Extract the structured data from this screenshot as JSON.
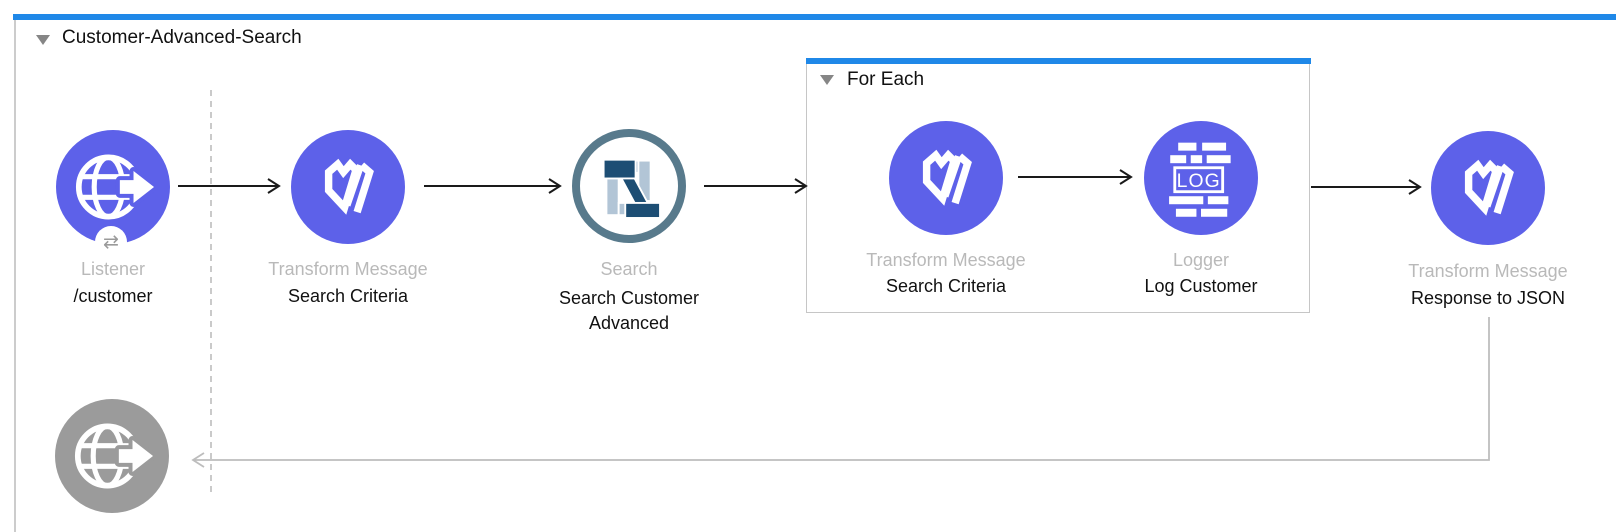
{
  "colors": {
    "accent-blue": "#1f88e8",
    "node-purple": "#5d61e9",
    "node-gray": "#9b9b9b",
    "netsuite-ring": "#587a8c",
    "netsuite-navy": "#1d4e74",
    "netsuite-slate": "#b2c5d6",
    "label-gray": "#b9b9b9",
    "line-gray": "#bdbdbd",
    "text-black": "#111111"
  },
  "flow": {
    "title": "Customer-Advanced-Search",
    "listener": {
      "type_label": "Listener",
      "name": "/customer",
      "badge_glyph": "⇄"
    },
    "transform1": {
      "type_label": "Transform Message",
      "name": "Search Criteria"
    },
    "search": {
      "type_label": "Search",
      "name": "Search Customer Advanced"
    },
    "foreach": {
      "title": "For Each",
      "transform": {
        "type_label": "Transform Message",
        "name": "Search Criteria"
      },
      "logger": {
        "type_label": "Logger",
        "name": "Log Customer",
        "icon_text": "LOG"
      }
    },
    "transform2": {
      "type_label": "Transform Message",
      "name": "Response to JSON"
    }
  }
}
